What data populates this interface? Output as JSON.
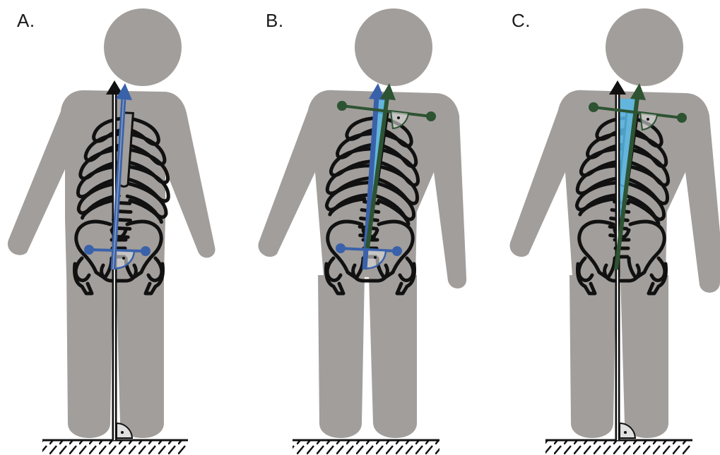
{
  "panels": [
    {
      "label": "A."
    },
    {
      "label": "B."
    },
    {
      "label": "C."
    }
  ],
  "colors": {
    "body": "#a29e9b",
    "bone_outline": "#111111",
    "vertical_reference": "#111111",
    "pelvis_axis": "#3a62aa",
    "trunk_axis": "#2d5332",
    "angle_fill": "#58b8e6",
    "marker_fill": "#e0e0e0"
  }
}
